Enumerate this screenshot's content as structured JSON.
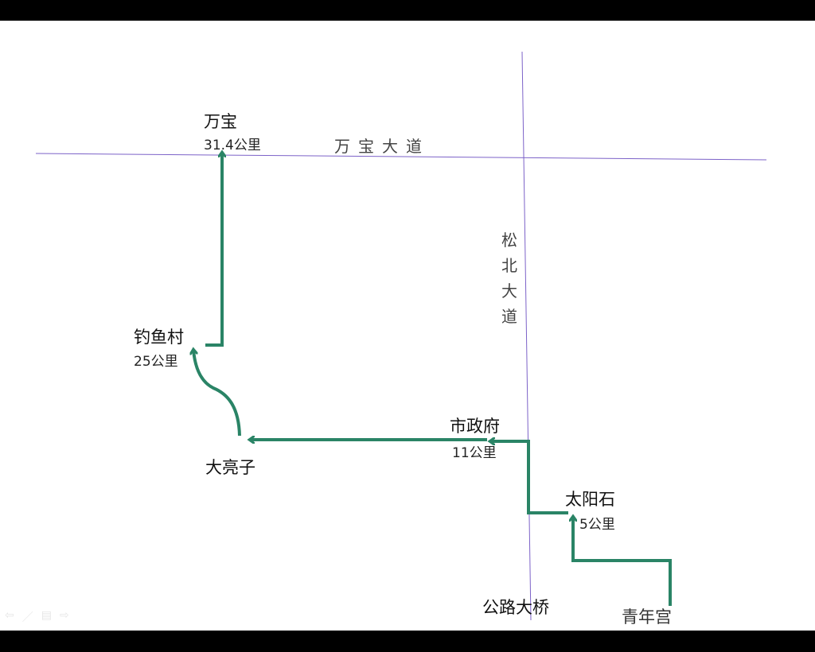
{
  "colors": {
    "route": "#2a8466",
    "road": "#7c62c8",
    "frame": "#000000"
  },
  "roads": {
    "horizontal": "万宝大道",
    "vertical": [
      "松",
      "北",
      "大",
      "道"
    ]
  },
  "stops": {
    "wanbao": {
      "name": "万宝",
      "dist": "31.4公里"
    },
    "diaoyucun": {
      "name": "钓鱼村",
      "dist": "25公里"
    },
    "daliangzi": {
      "name": "大亮子"
    },
    "shizhengfu": {
      "name": "市政府",
      "dist": "11公里"
    },
    "taiyangshi": {
      "name": "太阳石",
      "dist": "5公里"
    },
    "gonglu": {
      "name": "公路大桥"
    },
    "qingniangong": {
      "name": "青年宫"
    }
  },
  "nav": {
    "prev": "⇦",
    "pen": "／",
    "menu": "▤",
    "next": "⇨"
  }
}
